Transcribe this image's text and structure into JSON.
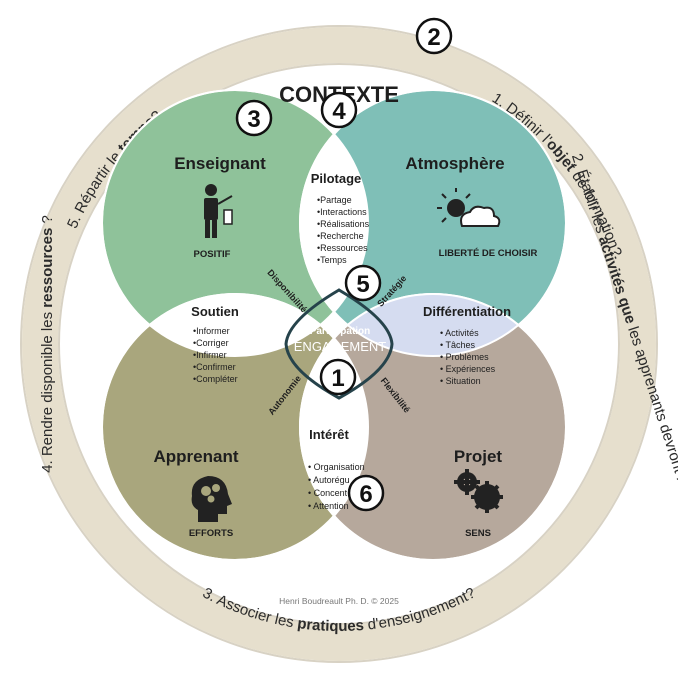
{
  "ring": {
    "title": "L'ENSEIGNEMENT",
    "q1_a": "1. Définir l'",
    "q1_b": "objet",
    "q1_c": " de formation?",
    "q2_a": "2. Établir les ",
    "q2_b": "activités que",
    "q2_c": " les apprenants devront réaliser?",
    "q3_a": "3. Associer les ",
    "q3_b": "pratiques",
    "q3_c": " d'enseignement?",
    "q4_a": "4. Rendre disponible les ",
    "q4_b": "ressources",
    "q4_c": " ?",
    "q5_a": "5. Répartir le ",
    "q5_b": "temps",
    "q5_c": "?"
  },
  "contexte": "CONTEXTE",
  "circles": {
    "enseignant": {
      "title": "Enseignant",
      "sub": "POSITIF",
      "color": "#8fc29a"
    },
    "atmosphere": {
      "title": "Atmosphère",
      "sub": "LIBERTÉ DE CHOISIR",
      "color": "#7fbfb7"
    },
    "apprenant": {
      "title": "Apprenant",
      "sub": "EFFORTS",
      "color": "#a9a67d"
    },
    "projet": {
      "title": "Projet",
      "sub": "SENS",
      "color": "#b6a89c"
    }
  },
  "pilotage": {
    "title": "Pilotage",
    "items": [
      "•Partage",
      "•Interactions",
      "•Réalisations",
      "•Recherche",
      "•Ressources",
      "•Temps"
    ]
  },
  "soutien": {
    "title": "Soutien",
    "items": [
      "•Informer",
      "•Corriger",
      "•Infirmer",
      "•Confirmer",
      "•Compléter"
    ]
  },
  "differentiation": {
    "title": "Différentiation",
    "items": [
      "• Activités",
      "• Tâches",
      "• Problèmes",
      "• Expériences",
      "• Situation"
    ]
  },
  "interet": {
    "title": "Intérêt",
    "items": [
      "• Organisation",
      "• Autorégu",
      "• Concent",
      "• Attention"
    ]
  },
  "lenses": {
    "disponibilite": "Disponibilité",
    "strategie": "Stratégie",
    "autonomie": "Autonomie",
    "flexibilite": "Flexibilité"
  },
  "center": {
    "top": "Participation",
    "main": "ENGAGEMENT",
    "color": "#3d6672"
  },
  "numbers": [
    "1",
    "2",
    "3",
    "4",
    "5",
    "6"
  ],
  "credit": "Henri Boudreault Ph. D. © 2025"
}
